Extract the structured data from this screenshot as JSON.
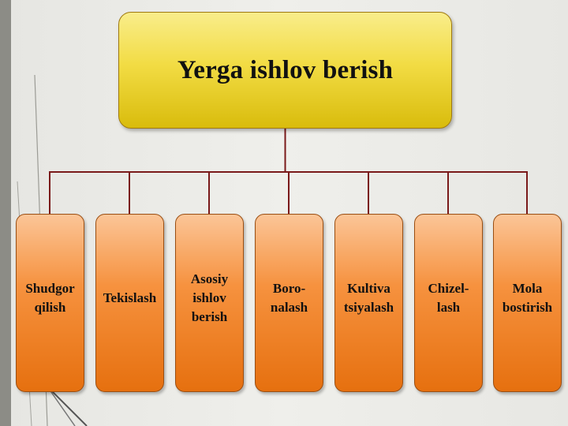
{
  "diagram": {
    "root": {
      "title": "Yerga ishlov berish"
    },
    "children": [
      {
        "label": "Shudgor\nqilish"
      },
      {
        "label": "Tekislash"
      },
      {
        "label": "Asosiy\nishlov\nberish"
      },
      {
        "label": "Boro-\nnalash"
      },
      {
        "label": "Kultiva\ntsiyalash"
      },
      {
        "label": "Chizel-\nlash"
      },
      {
        "label": "Mola\nbostirish"
      }
    ]
  },
  "colors": {
    "root_fill": "#f2dc44",
    "child_fill": "#f6923f",
    "connector": "#7a1a1a"
  }
}
